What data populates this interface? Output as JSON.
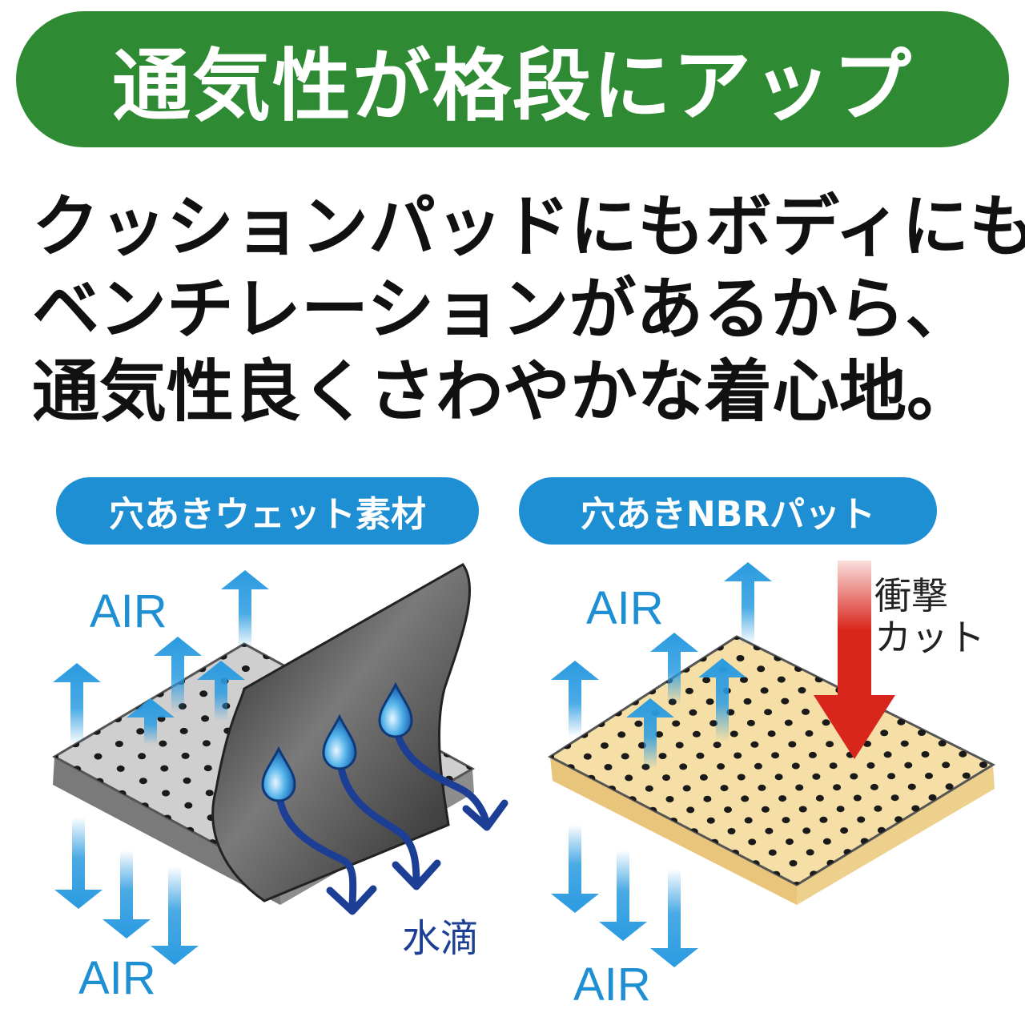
{
  "header": {
    "title": "通気性が格段にアップ"
  },
  "description": {
    "lines": [
      "クッションパッドにもボディにも",
      "ベンチレーションがあるから、",
      "通気性良くさわやかな着心地。"
    ]
  },
  "left_panel": {
    "title": "穴あきウェット素材",
    "air_top": "AIR",
    "air_bottom": "AIR",
    "water_label": "水滴"
  },
  "right_panel": {
    "title": "穴あきNBRパット",
    "air_top": "AIR",
    "air_bottom": "AIR",
    "impact_label_1": "衝撃",
    "impact_label_2": "カット"
  },
  "colors": {
    "banner_green": "#2e8b34",
    "pill_blue": "#1f8fd4",
    "air_arrow_blue": "#2a9be0",
    "water_arrow_navy": "#1c3f95",
    "impact_red": "#d9261c",
    "nbr_pad": "#f5dfa6",
    "wet_material_gray": "#c9c9c9"
  }
}
